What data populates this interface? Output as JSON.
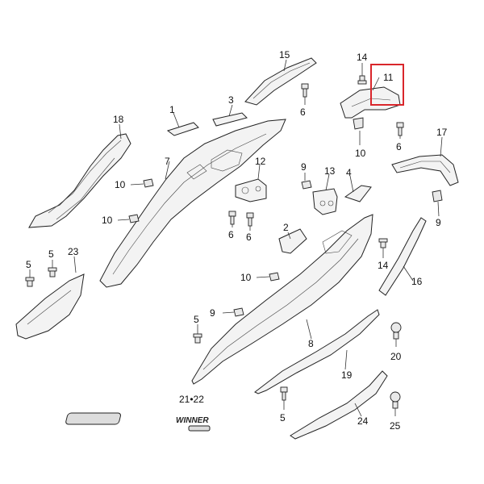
{
  "diagram": {
    "labels": {
      "l1": "1",
      "l2": "2",
      "l3": "3",
      "l4": "4",
      "l5a": "5",
      "l5b": "5",
      "l5c": "5",
      "l5d": "5",
      "l6a": "6",
      "l6b": "6",
      "l6c": "6",
      "l6d": "6",
      "l7": "7",
      "l8": "8",
      "l9a": "9",
      "l9b": "9",
      "l9c": "9",
      "l10a": "10",
      "l10b": "10",
      "l10c": "10",
      "l10d": "10",
      "l11": "11",
      "l12": "12",
      "l13": "13",
      "l14a": "14",
      "l14b": "14",
      "l15": "15",
      "l16": "16",
      "l17": "17",
      "l18": "18",
      "l19": "19",
      "l20": "20",
      "l2122": "21•22",
      "l23": "23",
      "l24": "24",
      "l25": "25"
    },
    "emblem_text": "WINNER",
    "highlight_color": "#d9262b"
  }
}
